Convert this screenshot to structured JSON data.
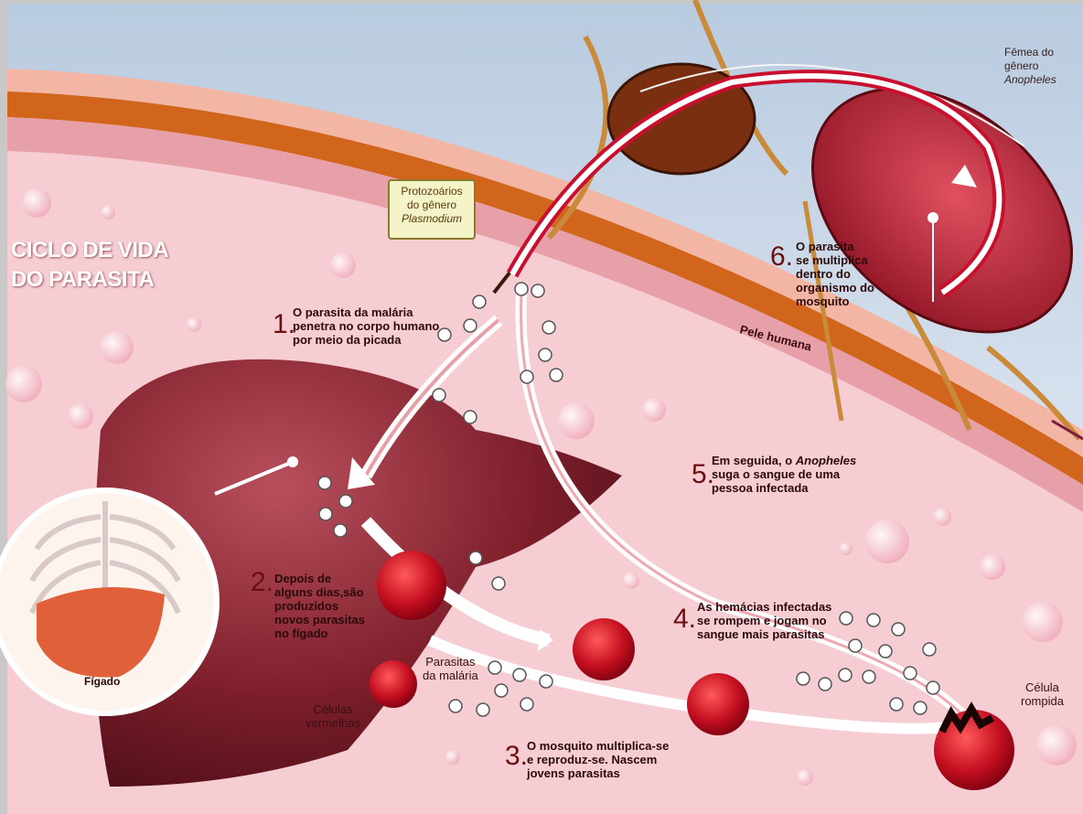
{
  "title_line1": "CICLO DE VIDA",
  "title_line2": "DO PARASITA",
  "callout": {
    "line1": "Protozoários",
    "line2": "do gênero",
    "line3": "Plasmodium"
  },
  "female": {
    "line1": "Fêmea do",
    "line2": "gênero",
    "line3": "Anopheles"
  },
  "skin_label": "Pele humana",
  "steps": [
    {
      "num": "1.",
      "lines": [
        "O parasita da malária",
        "penetra no corpo humano",
        "por meio da picada"
      ]
    },
    {
      "num": "2.",
      "lines": [
        "Depois de",
        "alguns dias,são",
        "produzidos",
        "novos parasitas",
        "no fígado"
      ]
    },
    {
      "num": "3.",
      "lines": [
        "O mosquito multiplica-se",
        "e reproduz-se. Nascem",
        "jovens parasitas"
      ]
    },
    {
      "num": "4.",
      "lines": [
        "As hemácias infectadas",
        "se rompem e jogam no",
        "sangue mais parasitas"
      ]
    },
    {
      "num": "5.",
      "pre": "Em seguida, o ",
      "italic": "Anopheles",
      "lines": [
        "suga o sangue de uma",
        "pessoa infectada"
      ]
    },
    {
      "num": "6.",
      "lines": [
        "O parasita",
        "se multiplica",
        "dentro do",
        "organismo do",
        "mosquito"
      ]
    }
  ],
  "labels": {
    "liver": "Fígado",
    "parasites": [
      "Parasitas",
      "da malária"
    ],
    "red_cells": [
      "Células",
      "vermelhas"
    ],
    "ruptured": [
      "Célula",
      "rompida"
    ]
  },
  "colors": {
    "tissue": "#f2c7cc",
    "skin_band": "#d2691e",
    "blood": "#c8102e",
    "liver": "#7a1a22",
    "title": "#ffffff"
  }
}
